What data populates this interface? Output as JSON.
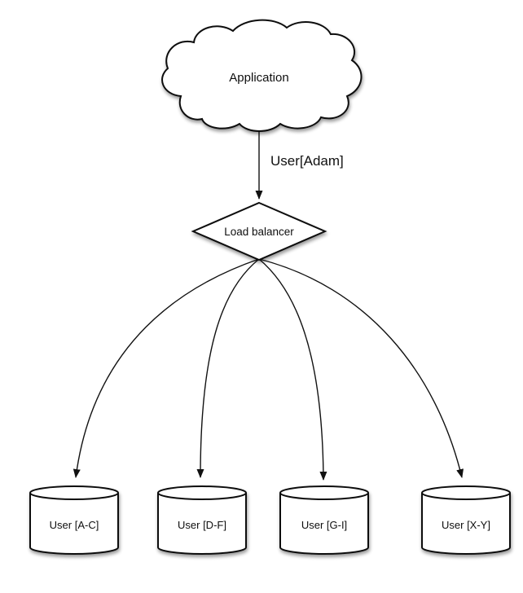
{
  "diagram": {
    "application": {
      "label": "Application"
    },
    "edge_app_to_lb": {
      "label": "User[Adam]"
    },
    "load_balancer": {
      "label": "Load balancer"
    },
    "shards": [
      {
        "label": "User [A-C]"
      },
      {
        "label": "User [D-F]"
      },
      {
        "label": "User [G-I]"
      },
      {
        "label": "User [X-Y]"
      }
    ],
    "colors": {
      "line": "#111111",
      "shape_fill": "#ffffff",
      "background": "#ffffff",
      "shadow": "rgba(0,0,0,0.40)"
    }
  }
}
